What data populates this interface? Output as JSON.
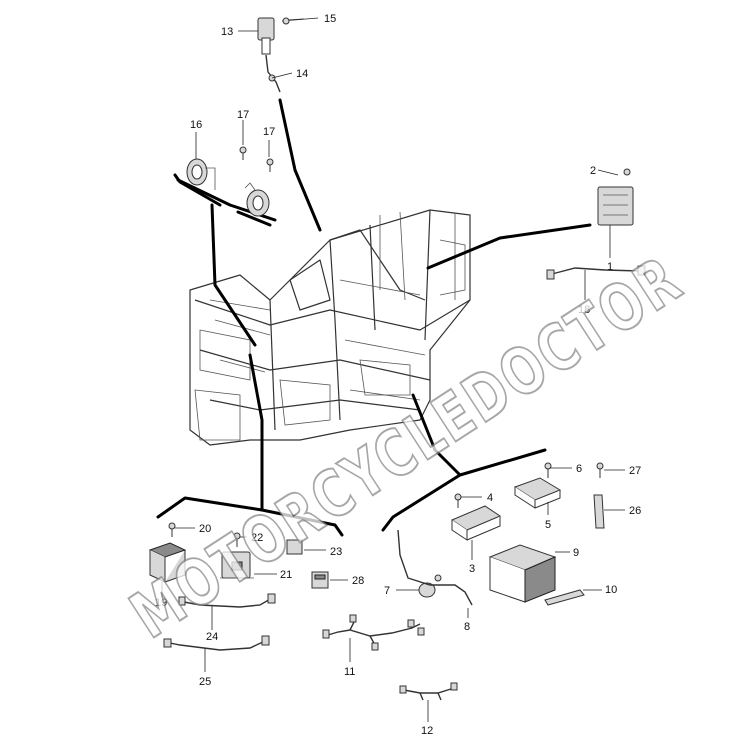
{
  "watermark": "MOTORCYCLEDOCTOR",
  "parts": {
    "p1": "1",
    "p2": "2",
    "p3": "3",
    "p4": "4",
    "p5": "5",
    "p6": "6",
    "p7": "7",
    "p8": "8",
    "p9": "9",
    "p10": "10",
    "p11": "11",
    "p12": "12",
    "p13": "13",
    "p14": "14",
    "p15": "15",
    "p16": "16",
    "p17a": "17",
    "p17b": "17",
    "p18": "18",
    "p19": "19",
    "p20": "20",
    "p21": "21",
    "p22": "22",
    "p23": "23",
    "p24": "24",
    "p25": "25",
    "p26": "26",
    "p27": "27",
    "p28": "28"
  },
  "colors": {
    "ink": "#222222",
    "watermark_stroke": "#8a8a8a"
  }
}
